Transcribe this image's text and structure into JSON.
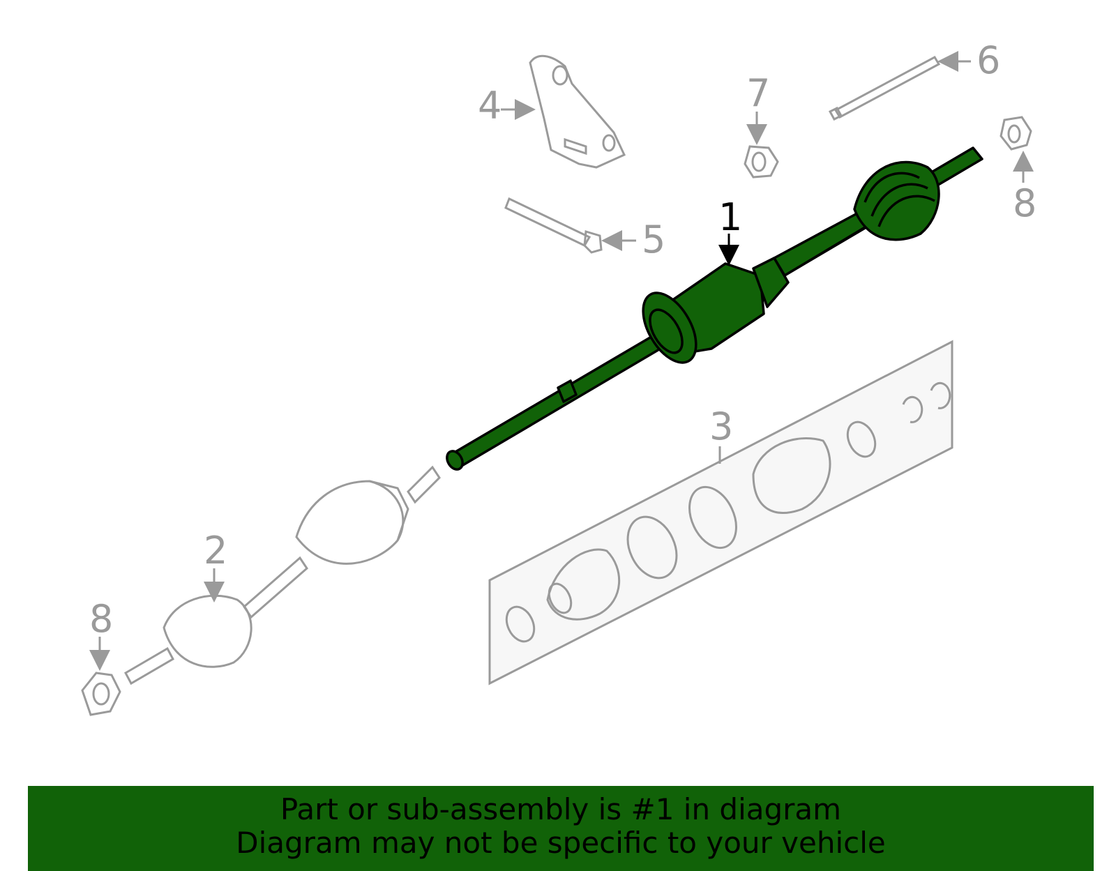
{
  "diagram": {
    "title": "Axle shaft assembly exploded diagram",
    "highlight_color": "#116208",
    "outline_color": "#9a9a9a",
    "callouts": [
      {
        "id": "1",
        "label": "1",
        "part": "axle-assembly",
        "highlighted": true
      },
      {
        "id": "2",
        "label": "2",
        "part": "left-axle-assembly"
      },
      {
        "id": "3",
        "label": "3",
        "part": "boot-kit"
      },
      {
        "id": "4",
        "label": "4",
        "part": "support-bracket"
      },
      {
        "id": "5",
        "label": "5",
        "part": "bracket-bolt"
      },
      {
        "id": "6",
        "label": "6",
        "part": "stud"
      },
      {
        "id": "7",
        "label": "7",
        "part": "nut"
      },
      {
        "id": "8a",
        "label": "8",
        "part": "axle-nut-right"
      },
      {
        "id": "8b",
        "label": "8",
        "part": "axle-nut-left"
      }
    ]
  },
  "banner": {
    "line1": "Part or sub-assembly is #1 in diagram",
    "line2": "Diagram may not be specific to your vehicle",
    "background": "#116208"
  }
}
